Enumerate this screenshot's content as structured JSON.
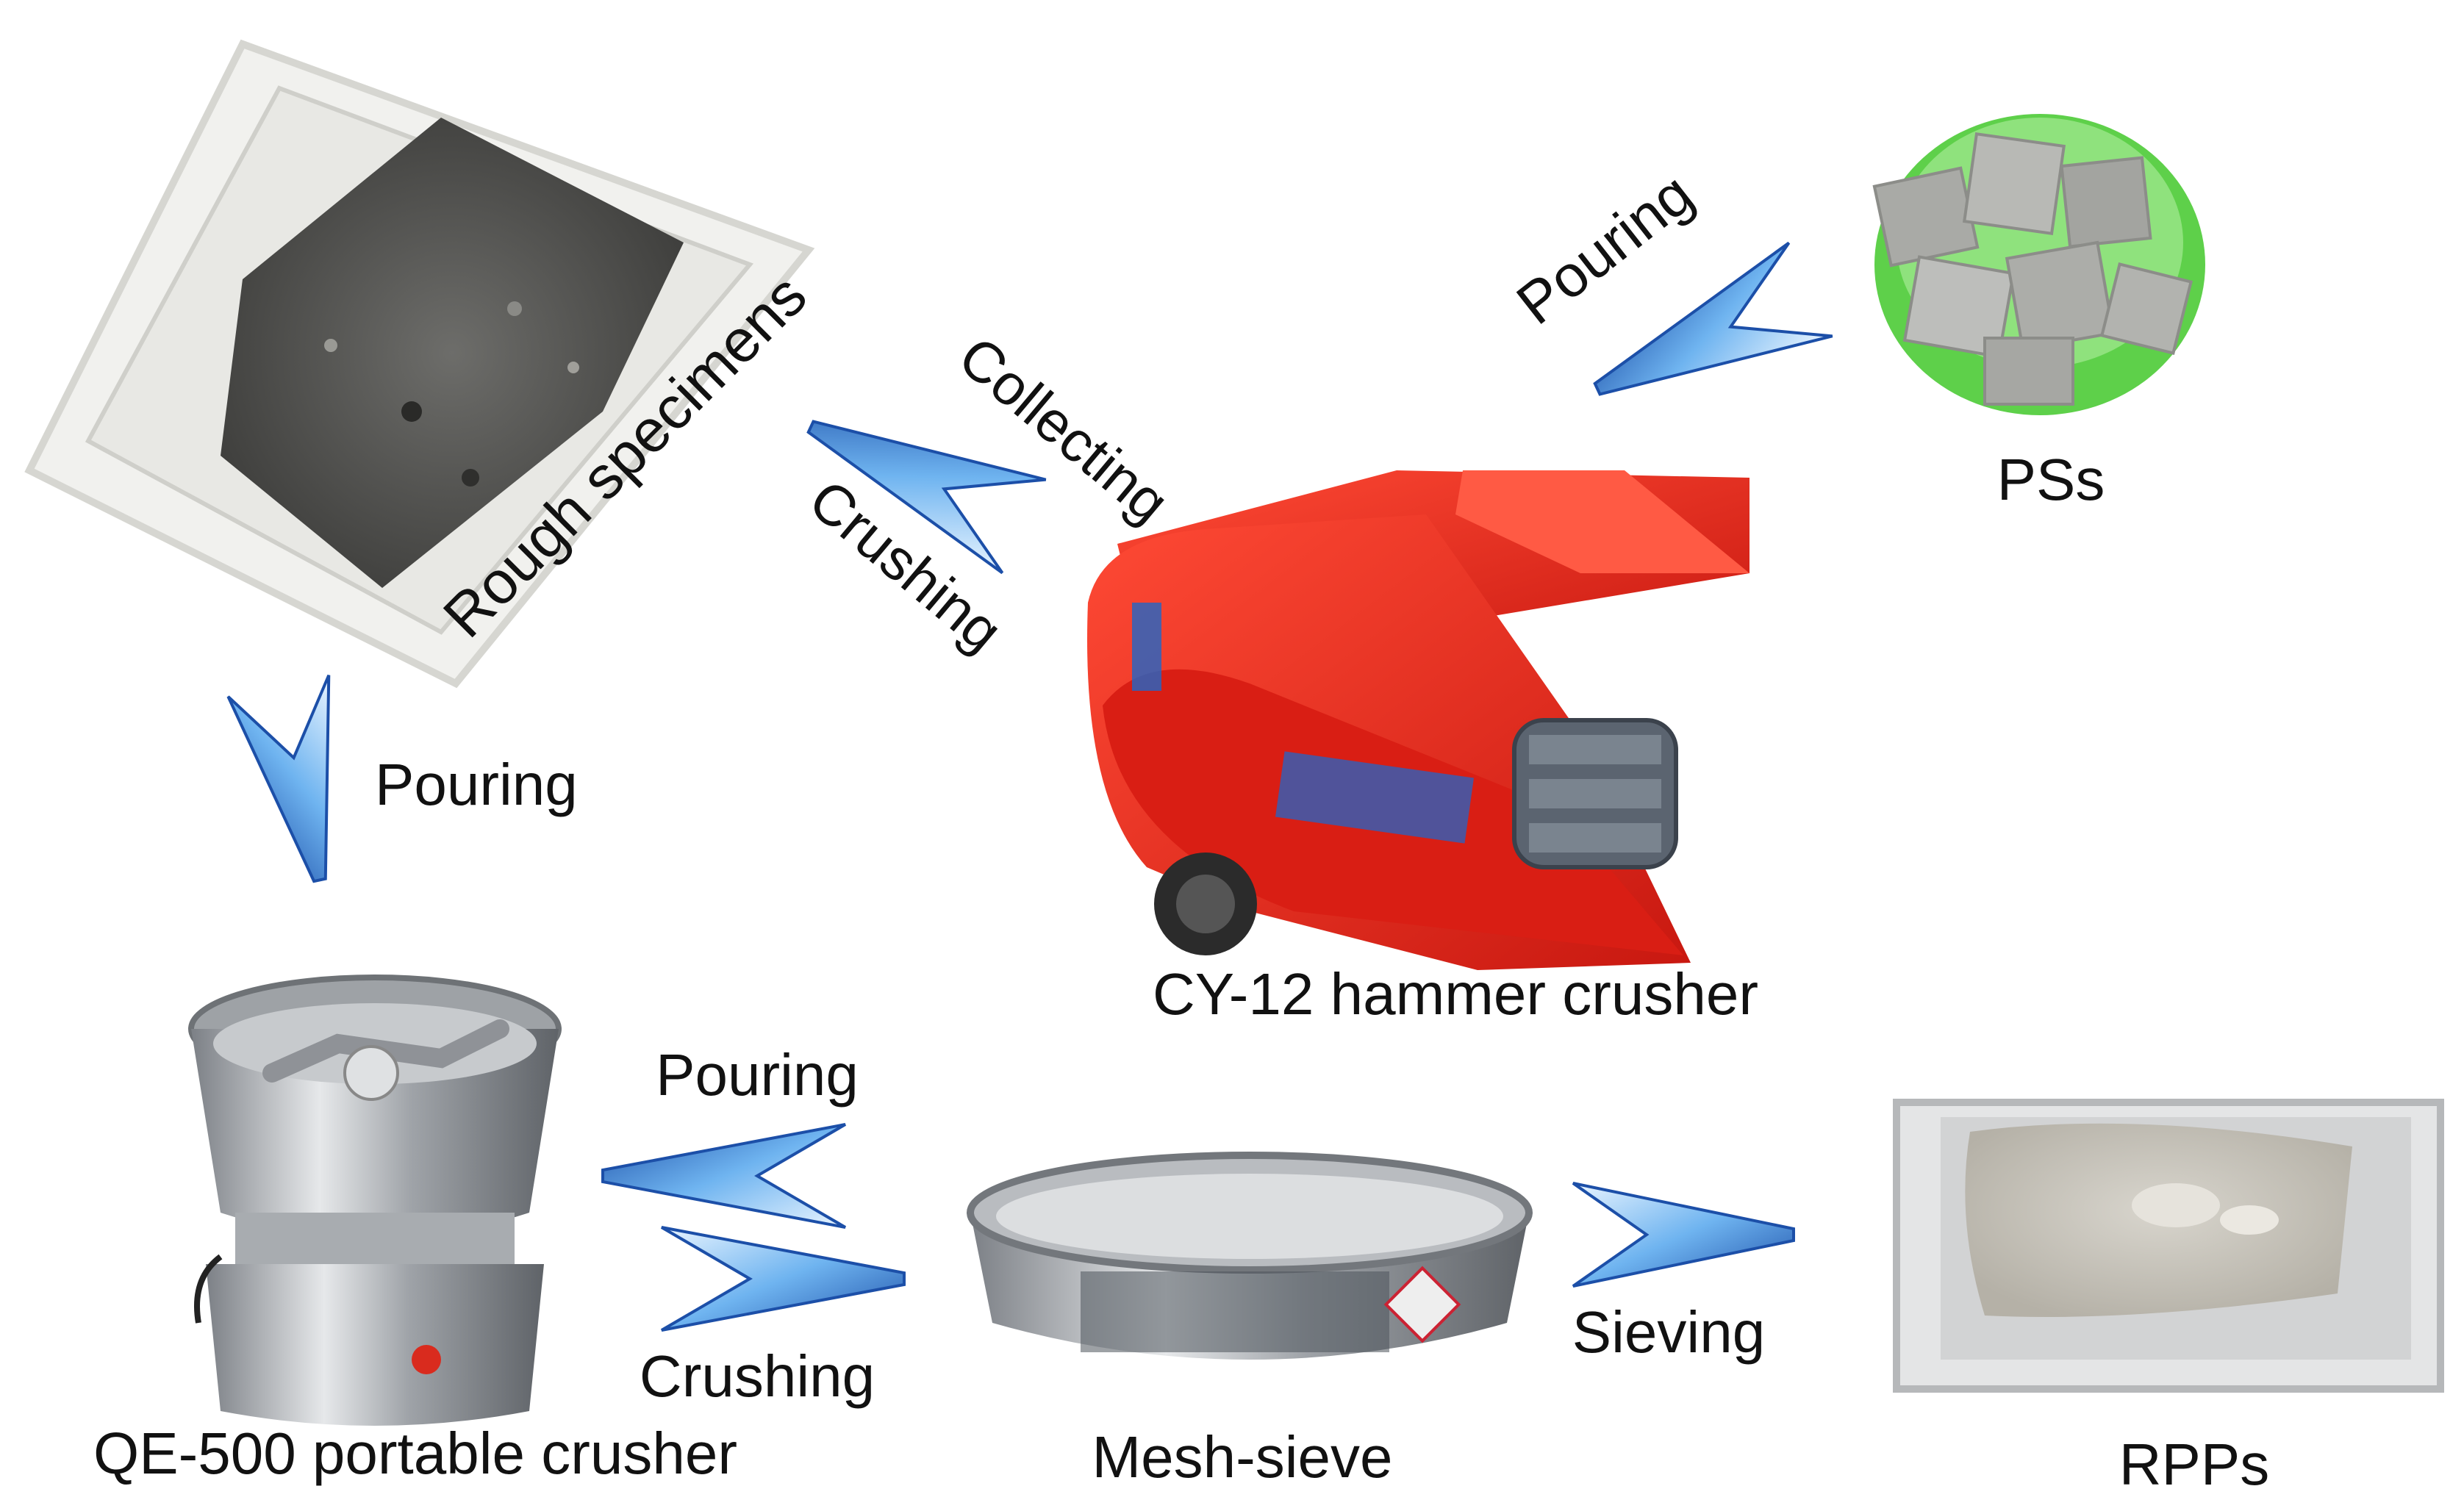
{
  "nodes": {
    "pss": {
      "label": "PSs"
    },
    "hammer_crusher": {
      "label": "CY-12 hammer crusher"
    },
    "rough_specimens": {
      "label": "Rough specimens"
    },
    "portable_crusher": {
      "label": "QE-500 portable crusher"
    },
    "mesh_sieve": {
      "label": "Mesh-sieve"
    },
    "rpps": {
      "label": "RPPs"
    }
  },
  "edges": {
    "pss_to_hammer": {
      "label": "Pouring"
    },
    "hammer_to_rough_a": {
      "label": "Collecting"
    },
    "hammer_to_rough_b": {
      "label": "Crushing"
    },
    "rough_to_portable": {
      "label": "Pouring"
    },
    "sieve_to_portable": {
      "label": "Pouring"
    },
    "portable_to_sieve": {
      "label": "Crushing"
    },
    "sieve_to_rpps": {
      "label": "Sieving"
    }
  },
  "colors": {
    "arrow_light": "#e8f4ff",
    "arrow_mid": "#6fb4f0",
    "arrow_dark": "#1c4fa8",
    "crusher_red": "#e8281c",
    "powder_grey": "#c9c6bd",
    "steel": "#b9bcc0",
    "bowl_green": "#5ed04a"
  }
}
